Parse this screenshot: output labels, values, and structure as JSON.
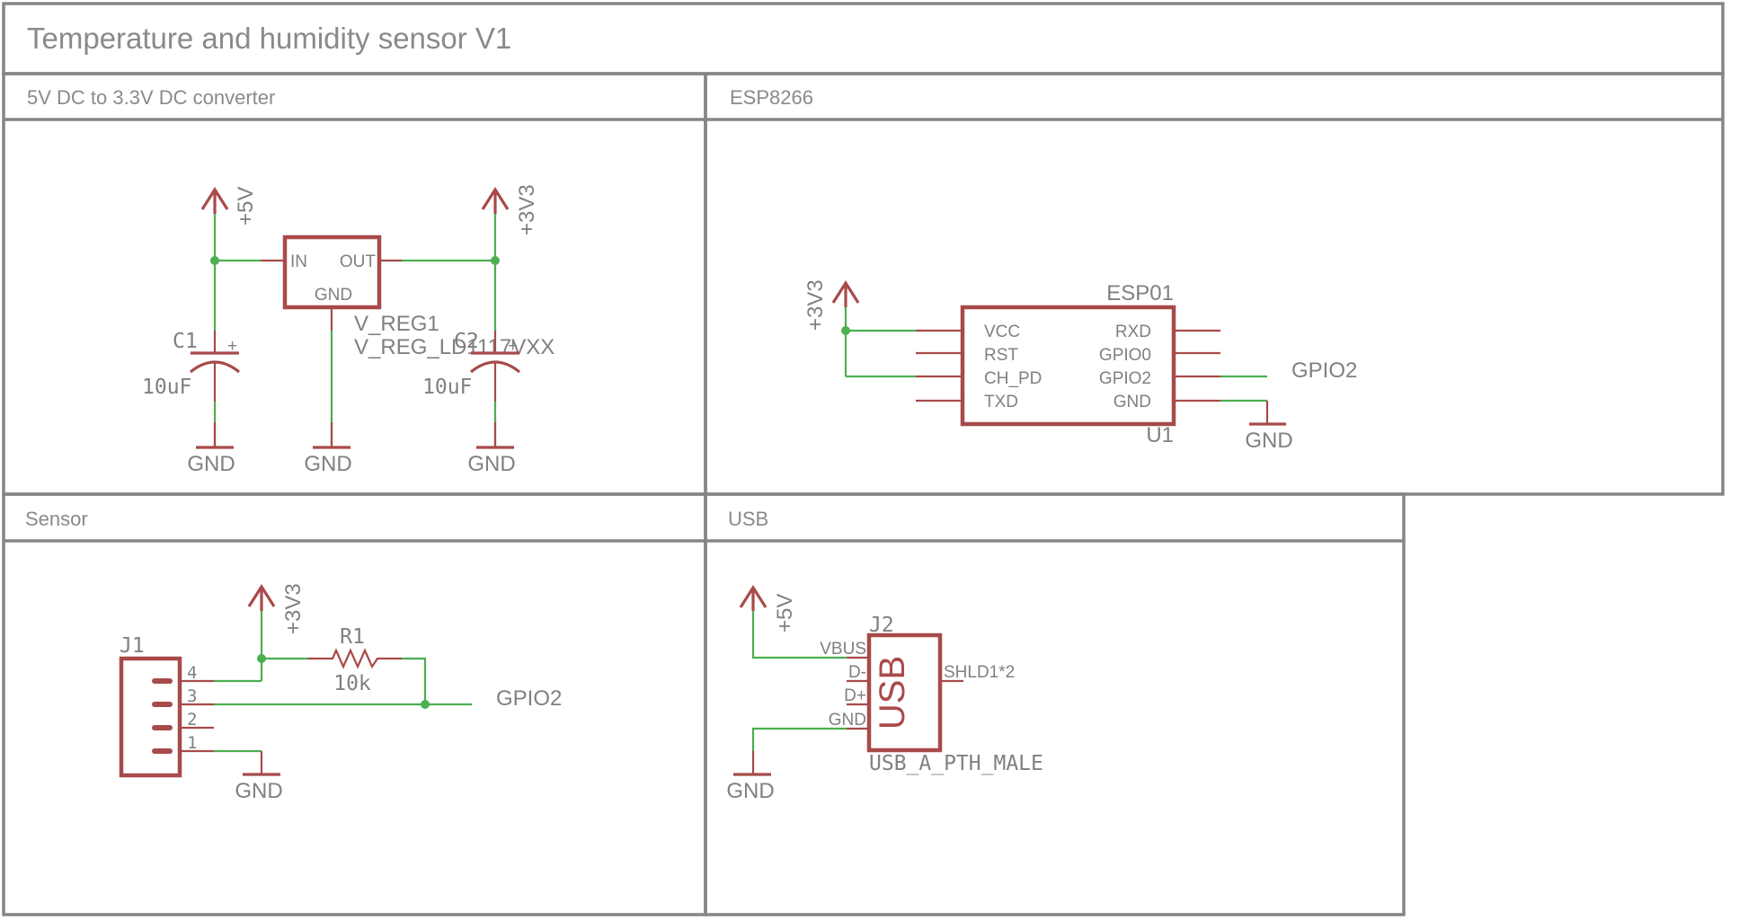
{
  "title": "Temperature and humidity sensor V1",
  "sections": {
    "converter": {
      "label": "5V DC to 3.3V DC converter"
    },
    "esp": {
      "label": "ESP8266"
    },
    "sensor": {
      "label": "Sensor"
    },
    "usb": {
      "label": "USB"
    }
  },
  "converter": {
    "supply_in": "+5V",
    "supply_out": "+3V3",
    "regulator": {
      "name": "V_REG1",
      "value": "V_REG_LD1117VXX",
      "pins": {
        "in": "IN",
        "out": "OUT",
        "gnd": "GND"
      }
    },
    "c1": {
      "name": "C1",
      "value": "10uF"
    },
    "c2": {
      "name": "C2",
      "value": "10uF"
    },
    "ground_labels": [
      "GND",
      "GND",
      "GND"
    ]
  },
  "esp": {
    "supply": "+3V3",
    "module": {
      "name": "U1",
      "value": "ESP01",
      "left_pins": [
        "VCC",
        "RST",
        "CH_PD",
        "TXD"
      ],
      "right_pins": [
        "RXD",
        "GPIO0",
        "GPIO2",
        "GND"
      ]
    },
    "net_gpio2": "GPIO2",
    "ground_label": "GND"
  },
  "sensor": {
    "supply": "+3V3",
    "connector": {
      "name": "J1",
      "pins": [
        "4",
        "3",
        "2",
        "1"
      ]
    },
    "resistor": {
      "name": "R1",
      "value": "10k"
    },
    "net_gpio2": "GPIO2",
    "ground_label": "GND"
  },
  "usb": {
    "supply": "+5V",
    "connector": {
      "name": "J2",
      "value": "USB_A_PTH_MALE",
      "body_text": "USB",
      "left_pins": [
        "VBUS",
        "D-",
        "D+",
        "GND"
      ],
      "right_pin": "SHLD1*2"
    },
    "ground_label": "GND"
  },
  "colors": {
    "wire": "#4caf50",
    "symbol": "#a84a4a",
    "frame": "#858585",
    "text": "#808080"
  }
}
